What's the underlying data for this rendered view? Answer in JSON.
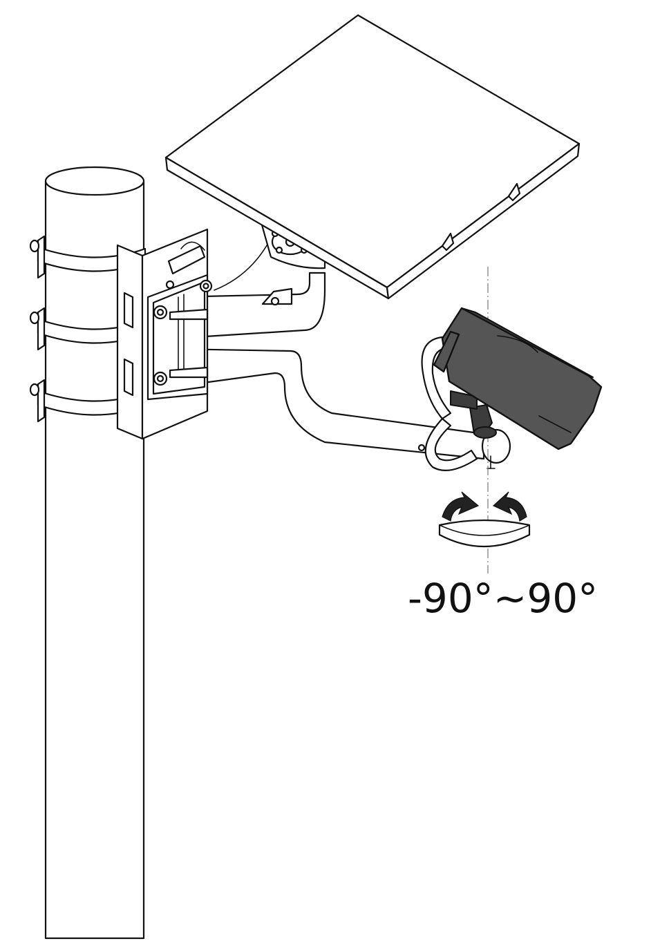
{
  "figure": {
    "rotation_range_label": "-90°~90°"
  },
  "colors": {
    "line": "#111111",
    "camera_body": "#555555",
    "background": "#ffffff"
  },
  "components": [
    "pole",
    "pole-clamps",
    "mounting-bracket",
    "solar-panel",
    "support-arm",
    "camera",
    "rotation-arrows",
    "rotation-axis"
  ]
}
